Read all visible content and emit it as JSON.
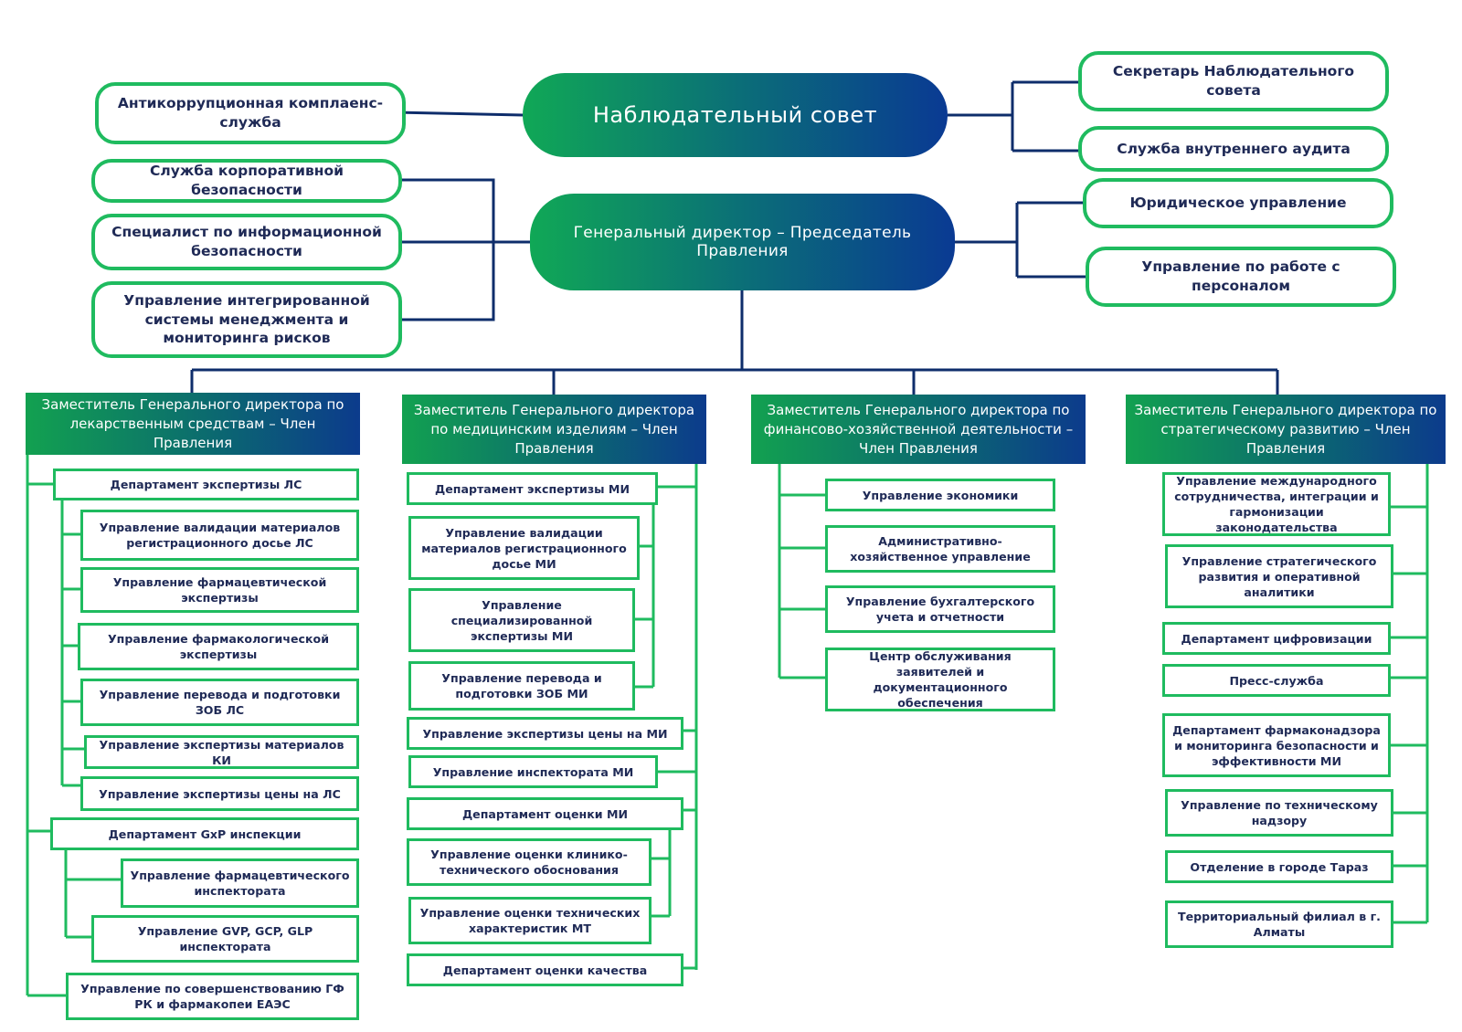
{
  "council": "Наблюдательный совет",
  "ceo": "Генеральный директор – Председатель Правления",
  "council_left": [
    "Антикоррупционная комплаенс-служба"
  ],
  "council_right": [
    "Секретарь Наблюдательного совета",
    "Служба внутреннего аудита"
  ],
  "ceo_left": [
    "Служба корпоративной безопасности",
    "Специалист по информационной безопасности",
    "Управление интегрированной системы менеджмента и мониторинга рисков"
  ],
  "ceo_right": [
    "Юридическое управление",
    "Управление по работе с персоналом"
  ],
  "deputies": [
    {
      "title": "Заместитель Генерального директора по лекарственным средствам – Член Правления",
      "units": [
        "Департамент экспертизы ЛС",
        "Управление валидации материалов регистрационного досье ЛС",
        "Управление фармацевтической экспертизы",
        "Управление фармакологической экспертизы",
        "Управление перевода и подготовки ЗОБ ЛС",
        "Управление экспертизы материалов КИ",
        "Управление экспертизы цены на ЛС",
        "Департамент GxP инспекции",
        "Управление фармацевтического инспектората",
        "Управление GVP, GCP, GLP инспектората",
        "Управление по совершенствованию ГФ РК и фармакопеи ЕАЭС"
      ]
    },
    {
      "title": "Заместитель Генерального директора по медицинским изделиям – Член Правления",
      "units": [
        "Департамент экспертизы МИ",
        "Управление валидации материалов регистрационного досье МИ",
        "Управление специализированной экспертизы МИ",
        "Управление перевода и подготовки ЗОБ МИ",
        "Управление экспертизы цены на МИ",
        "Управление инспектората МИ",
        "Департамент оценки МИ",
        "Управление оценки клинико-технического обоснования",
        "Управление оценки технических характеристик МТ",
        "Департамент оценки качества"
      ]
    },
    {
      "title": "Заместитель Генерального директора по финансово-хозяйственной деятельности – Член Правления",
      "units": [
        "Управление экономики",
        "Административно-хозяйственное управление",
        "Управление бухгалтерского учета и отчетности",
        "Центр обслуживания заявителей и документационного обеспечения"
      ]
    },
    {
      "title": "Заместитель Генерального директора по стратегическому развитию – Член Правления",
      "units": [
        "Управление международного сотрудничества, интеграции и гармонизации законодательства",
        "Управление стратегического развития и оперативной аналитики",
        "Департамент цифровизации",
        "Пресс-служба",
        "Департамент фармаконадзора и мониторинга безопасности и эффективности МИ",
        "Управление по техническому надзору",
        "Отделение в городе Тараз",
        "Территориальный филиал в г. Алматы"
      ]
    }
  ],
  "colors": {
    "green": "#1fbb5f",
    "navy": "#0e2d6b",
    "text": "#1f2a56"
  }
}
